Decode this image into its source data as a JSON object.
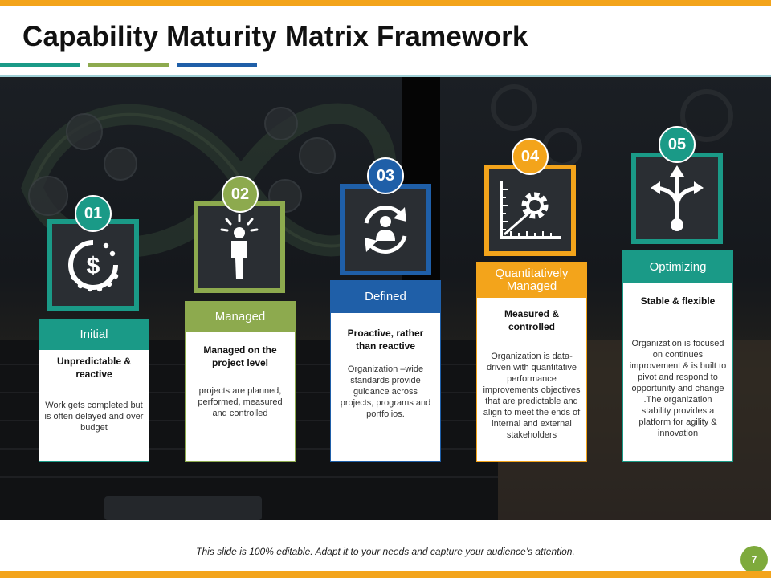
{
  "title": "Capability Maturity Matrix Framework",
  "colors": {
    "orange": "#F3A41B",
    "teal": "#1A9A87",
    "green": "#8DAA4E",
    "blue": "#1F5FA8",
    "page_badge": "#7EAA3C"
  },
  "stages": [
    {
      "number": "01",
      "name": "Initial",
      "subtitle": "Unpredictable & reactive",
      "description": "Work gets completed but is often delayed and over budget",
      "color": "#1A9A87",
      "icon": "dollar-cycle-icon"
    },
    {
      "number": "02",
      "name": "Managed",
      "subtitle": "Managed on the project level",
      "description": "projects are planned, performed, measured and controlled",
      "color": "#8DAA4E",
      "icon": "person-idea-icon"
    },
    {
      "number": "03",
      "name": "Defined",
      "subtitle": "Proactive, rather than reactive",
      "description": "Organization –wide standards provide guidance across projects, programs and portfolios.",
      "color": "#1F5FA8",
      "icon": "person-cycle-icon"
    },
    {
      "number": "04",
      "name": "Quantitatively Managed",
      "subtitle": "Measured & controlled",
      "description": "Organization is data-driven with quantitative performance improvements objectives that are predictable and align to meet the ends of internal and external stakeholders",
      "color": "#F3A41B",
      "icon": "gear-ruler-icon"
    },
    {
      "number": "05",
      "name": "Optimizing",
      "subtitle": "Stable & flexible",
      "description": "Organization is focused on continues improvement & is built to pivot and respond to opportunity and change .The organization stability provides a platform for agility & innovation",
      "color": "#1A9A87",
      "icon": "direction-arrows-icon"
    }
  ],
  "footer": "This slide is 100% editable. Adapt it to your needs and capture your audience’s attention.",
  "page_number": "7"
}
